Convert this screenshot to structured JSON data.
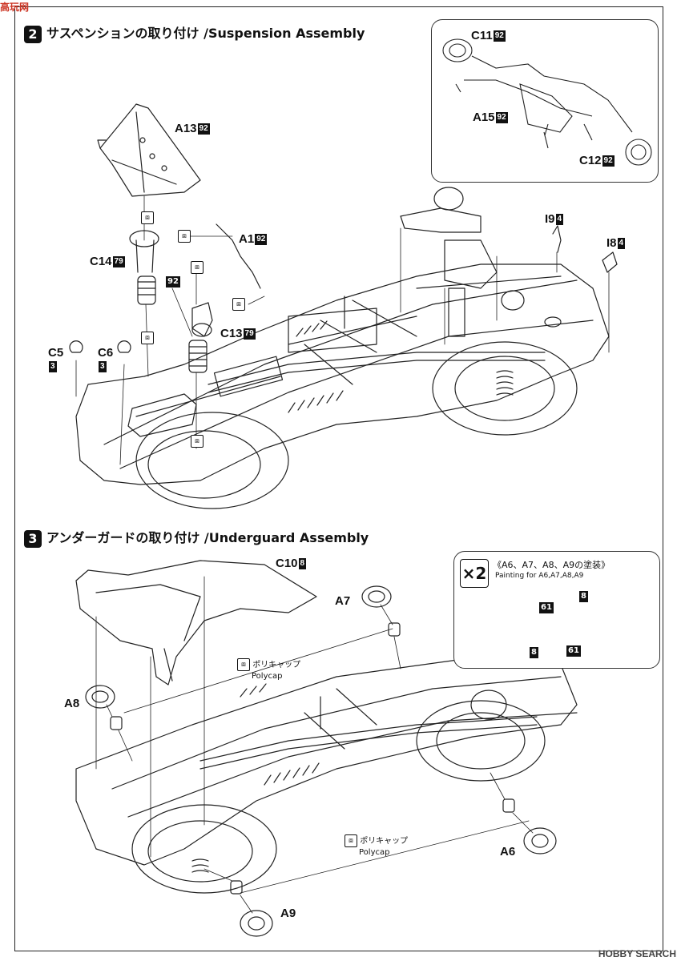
{
  "watermark": {
    "site_top": "高玩网",
    "site_bottom": "HOBBY SEARCH"
  },
  "step2": {
    "number": "2",
    "title": "サスペンションの取り付け /Suspension Assembly"
  },
  "step3": {
    "number": "3",
    "title": "アンダーガードの取り付け /Underguard Assembly"
  },
  "parts_step2": [
    {
      "id": "A13",
      "color": "92"
    },
    {
      "id": "A1",
      "color": "92"
    },
    {
      "id": "C14",
      "color": "79"
    },
    {
      "id": "C13",
      "color": "79"
    },
    {
      "id": "C5",
      "color": "3"
    },
    {
      "id": "C6",
      "color": "3"
    },
    {
      "id": "I9",
      "color": "4"
    },
    {
      "id": "I8",
      "color": "4"
    }
  ],
  "loose_color_92": "92",
  "inset_step2": [
    {
      "id": "C11",
      "color": "92"
    },
    {
      "id": "A15",
      "color": "92"
    },
    {
      "id": "C12",
      "color": "92"
    }
  ],
  "parts_step3": [
    {
      "id": "C10",
      "color": "8"
    },
    {
      "id": "A7",
      "color": ""
    },
    {
      "id": "A8",
      "color": ""
    },
    {
      "id": "A6",
      "color": ""
    },
    {
      "id": "A9",
      "color": ""
    }
  ],
  "polycap": {
    "ja": "ポリキャップ",
    "en": "Polycap"
  },
  "paint_note": {
    "multiplier": "×2",
    "title": "《A6、A7、A8、A9の塗装》",
    "subtitle": "Painting for A6,A7,A8,A9",
    "colors": [
      "61",
      "8",
      "8",
      "61"
    ]
  },
  "icon_glue": "glue-icon"
}
